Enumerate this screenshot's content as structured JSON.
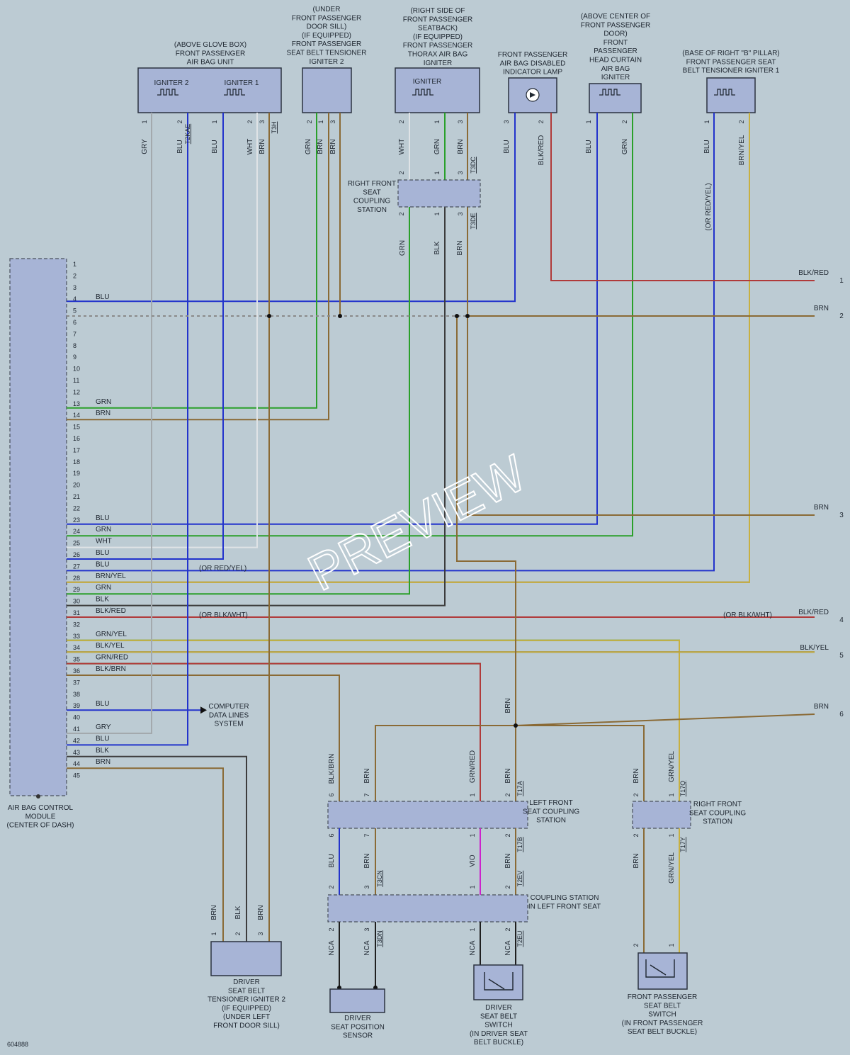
{
  "colors": {
    "BLU": "#2233cc",
    "GRN": "#2aa02a",
    "BRN": "#8a6a35",
    "GRY": "#a3a9ad",
    "WHT": "#dfe3e6",
    "BLK": "#3c3c3c",
    "RED": "#b03a3a",
    "YEL": "#c8b040",
    "VIO": "#cc22cc",
    "NCA": "#1f1f1f",
    "BG": "#bccbd3",
    "BOX": "#a7b4d6"
  },
  "module": {
    "name": "AIR BAG CONTROL MODULE",
    "loc": "(CENTER OF DASH)"
  },
  "pins": [
    {
      "n": "1",
      "c": ""
    },
    {
      "n": "2",
      "c": ""
    },
    {
      "n": "3",
      "c": ""
    },
    {
      "n": "4",
      "c": "BLU"
    },
    {
      "n": "5",
      "c": ""
    },
    {
      "n": "6",
      "c": ""
    },
    {
      "n": "7",
      "c": ""
    },
    {
      "n": "8",
      "c": ""
    },
    {
      "n": "9",
      "c": ""
    },
    {
      "n": "10",
      "c": ""
    },
    {
      "n": "11",
      "c": ""
    },
    {
      "n": "12",
      "c": ""
    },
    {
      "n": "13",
      "c": "GRN"
    },
    {
      "n": "14",
      "c": "BRN"
    },
    {
      "n": "15",
      "c": ""
    },
    {
      "n": "16",
      "c": ""
    },
    {
      "n": "17",
      "c": ""
    },
    {
      "n": "18",
      "c": ""
    },
    {
      "n": "19",
      "c": ""
    },
    {
      "n": "20",
      "c": ""
    },
    {
      "n": "21",
      "c": ""
    },
    {
      "n": "22",
      "c": ""
    },
    {
      "n": "23",
      "c": "BLU"
    },
    {
      "n": "24",
      "c": "GRN"
    },
    {
      "n": "25",
      "c": "WHT"
    },
    {
      "n": "26",
      "c": "BLU"
    },
    {
      "n": "27",
      "c": "BLU"
    },
    {
      "n": "28",
      "c": "BRN/YEL"
    },
    {
      "n": "29",
      "c": "GRN"
    },
    {
      "n": "30",
      "c": "BLK"
    },
    {
      "n": "31",
      "c": "BLK/RED"
    },
    {
      "n": "32",
      "c": ""
    },
    {
      "n": "33",
      "c": "GRN/YEL"
    },
    {
      "n": "34",
      "c": "BLK/YEL"
    },
    {
      "n": "35",
      "c": "GRN/RED"
    },
    {
      "n": "36",
      "c": "BLK/BRN"
    },
    {
      "n": "37",
      "c": ""
    },
    {
      "n": "38",
      "c": ""
    },
    {
      "n": "39",
      "c": "BLU"
    },
    {
      "n": "40",
      "c": ""
    },
    {
      "n": "41",
      "c": "GRY"
    },
    {
      "n": "42",
      "c": "BLU"
    },
    {
      "n": "43",
      "c": "BLK"
    },
    {
      "n": "44",
      "c": "BRN"
    },
    {
      "n": "45",
      "c": ""
    }
  ],
  "components": {
    "airbag_unit": {
      "text": [
        "(ABOVE GLOVE BOX)",
        "FRONT PASSENGER",
        "AIR BAG UNIT"
      ],
      "igniter2": "IGNITER 2",
      "igniter1": "IGNITER 1",
      "tags": [
        "T2KAE",
        "T3H"
      ]
    },
    "tensioner2": {
      "text": [
        "(UNDER",
        "FRONT PASSENGER",
        "DOOR SILL)",
        "(IF EQUIPPED)",
        "FRONT PASSENGER",
        "SEAT BELT TENSIONER",
        "IGNITER 2"
      ]
    },
    "thorax": {
      "text": [
        "(RIGHT SIDE OF",
        "FRONT PASSENGER",
        "SEATBACK)",
        "(IF EQUIPPED)",
        "FRONT PASSENGER",
        "THORAX AIR BAG",
        "IGNITER"
      ],
      "igniter": "IGNITER"
    },
    "lamp": {
      "text": [
        "FRONT PASSENGER",
        "AIR BAG DISABLED",
        "INDICATOR LAMP"
      ]
    },
    "curtain": {
      "text": [
        "(ABOVE CENTER OF",
        "FRONT PASSENGER",
        "DOOR)",
        "FRONT",
        "PASSENGER",
        "HEAD CURTAIN",
        "AIR BAG",
        "IGNITER"
      ]
    },
    "tensioner1": {
      "text": [
        "(BASE OF RIGHT \"B\" PILLAR)",
        "FRONT PASSENGER SEAT",
        "BELT TENSIONER IGNITER 1"
      ]
    },
    "rfs_coupling": {
      "text": [
        "RIGHT FRONT",
        "SEAT",
        "COUPLING",
        "STATION"
      ],
      "tags": [
        "T3DC",
        "T3DE"
      ]
    },
    "lf_coupling": {
      "text": [
        "LEFT FRONT",
        "SEAT COUPLING",
        "STATION"
      ],
      "tags": [
        "T17A",
        "T17B"
      ]
    },
    "rf_coupling": {
      "text": [
        "RIGHT FRONT",
        "SEAT COUPLING",
        "STATION"
      ],
      "tags": [
        "T17Q",
        "T17Y"
      ]
    },
    "lfs_coupling": {
      "text": [
        "COUPLING STATION",
        "IN LEFT FRONT SEAT"
      ],
      "tags": [
        "T3CN",
        "T2EV",
        "T3DN",
        "T2EU"
      ]
    },
    "driver_tensioner": {
      "text": [
        "DRIVER",
        "SEAT BELT",
        "TENSIONER IGNITER 2",
        "(IF EQUIPPED)",
        "(UNDER LEFT",
        "FRONT DOOR SILL)"
      ]
    },
    "driver_pos": {
      "text": [
        "DRIVER",
        "SEAT POSITION",
        "SENSOR"
      ]
    },
    "driver_switch": {
      "text": [
        "DRIVER",
        "SEAT BELT",
        "SWITCH",
        "(IN DRIVER SEAT",
        "BELT BUCKLE)"
      ]
    },
    "pass_switch": {
      "text": [
        "FRONT PASSENGER",
        "SEAT BELT",
        "SWITCH",
        "(IN FRONT PASSENGER",
        "SEAT BELT BUCKLE)"
      ]
    },
    "cdl": {
      "text": [
        "COMPUTER",
        "DATA LINES",
        "SYSTEM"
      ]
    }
  },
  "notes": {
    "or_red_yel": "(OR RED/YEL)",
    "or_blk_wht": "(OR BLK/WHT)",
    "or_blk_wht2": "(OR BLK/WHT)",
    "or_red_yel_v": "(OR RED/YEL)"
  },
  "right_connections": [
    {
      "num": "1",
      "color": "BLK/RED"
    },
    {
      "num": "2",
      "color": "BRN"
    },
    {
      "num": "3",
      "color": "BRN"
    },
    {
      "num": "4",
      "color": "BLK/RED"
    },
    {
      "num": "5",
      "color": "BLK/YEL"
    },
    {
      "num": "6",
      "color": "BRN"
    }
  ],
  "diagram_id": "604888",
  "watermark": "PREVIEW"
}
